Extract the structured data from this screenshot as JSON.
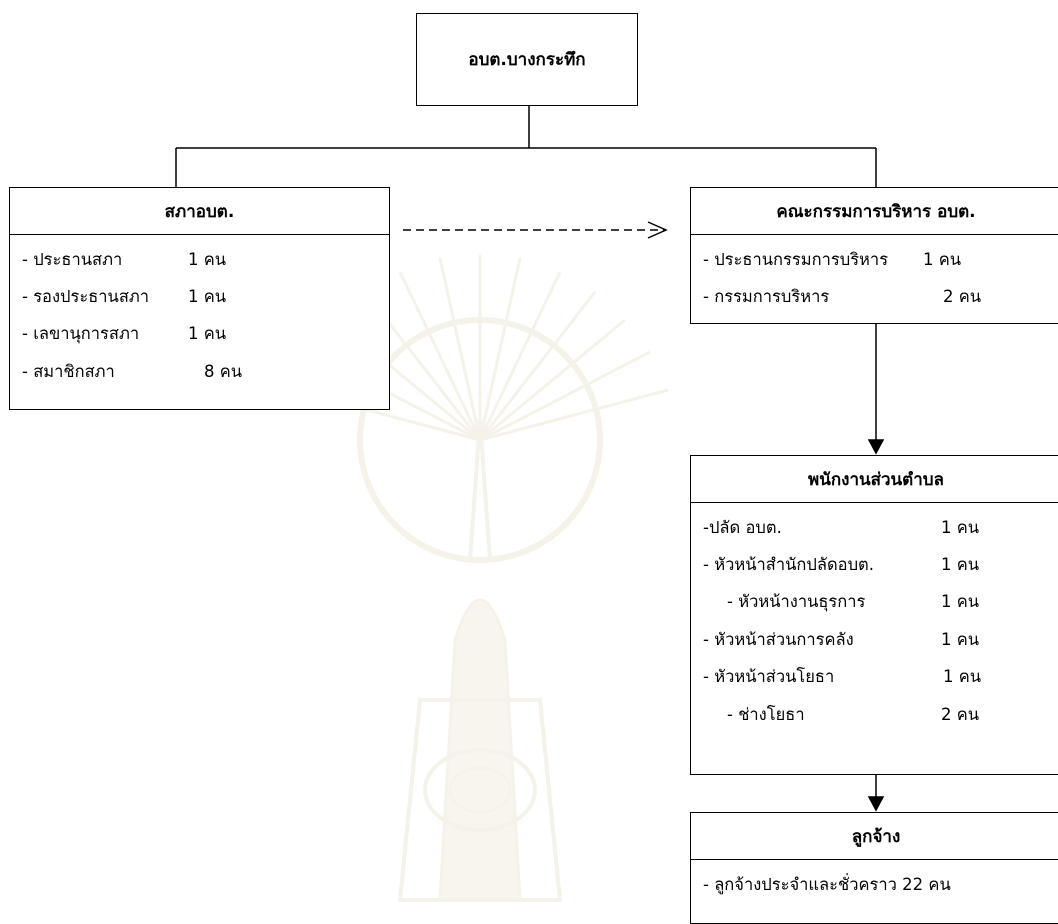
{
  "top": {
    "title": "อบต.บางกระทึก"
  },
  "council": {
    "title": "สภาอบต.",
    "rows": [
      {
        "label": "- ประธานสภา",
        "count": "1  คน"
      },
      {
        "label": "- รองประธานสภา",
        "count": "1  คน"
      },
      {
        "label": "- เลขานุการสภา",
        "count": "1  คน"
      },
      {
        "label": "- สมาชิกสภา",
        "count": "8  คน"
      }
    ]
  },
  "executive": {
    "title": "คณะกรรมการบริหาร อบต.",
    "rows": [
      {
        "label": "- ประธานกรรมการบริหาร",
        "count": "1  คน"
      },
      {
        "label": "- กรรมการบริหาร",
        "count": "2  คน"
      }
    ]
  },
  "staff": {
    "title": "พนักงานส่วนตำบล",
    "rows": [
      {
        "label": "-ปลัด อบต.",
        "count": "1  คน"
      },
      {
        "label": "- หัวหน้าสำนักปลัดอบต.",
        "count": "1  คน"
      },
      {
        "label": "- หัวหน้างานธุรการ",
        "count": "1  คน"
      },
      {
        "label": "- หัวหน้าส่วนการคลัง",
        "count": "1  คน"
      },
      {
        "label": "- หัวหน้าส่วนโยธา",
        "count": "1  คน"
      },
      {
        "label": "- ช่างโยธา",
        "count": "2  คน"
      }
    ]
  },
  "employees": {
    "title": "ลูกจ้าง",
    "rows": [
      {
        "label": "- ลูกจ้างประจำและชั่วคราว 22 คน"
      }
    ]
  }
}
